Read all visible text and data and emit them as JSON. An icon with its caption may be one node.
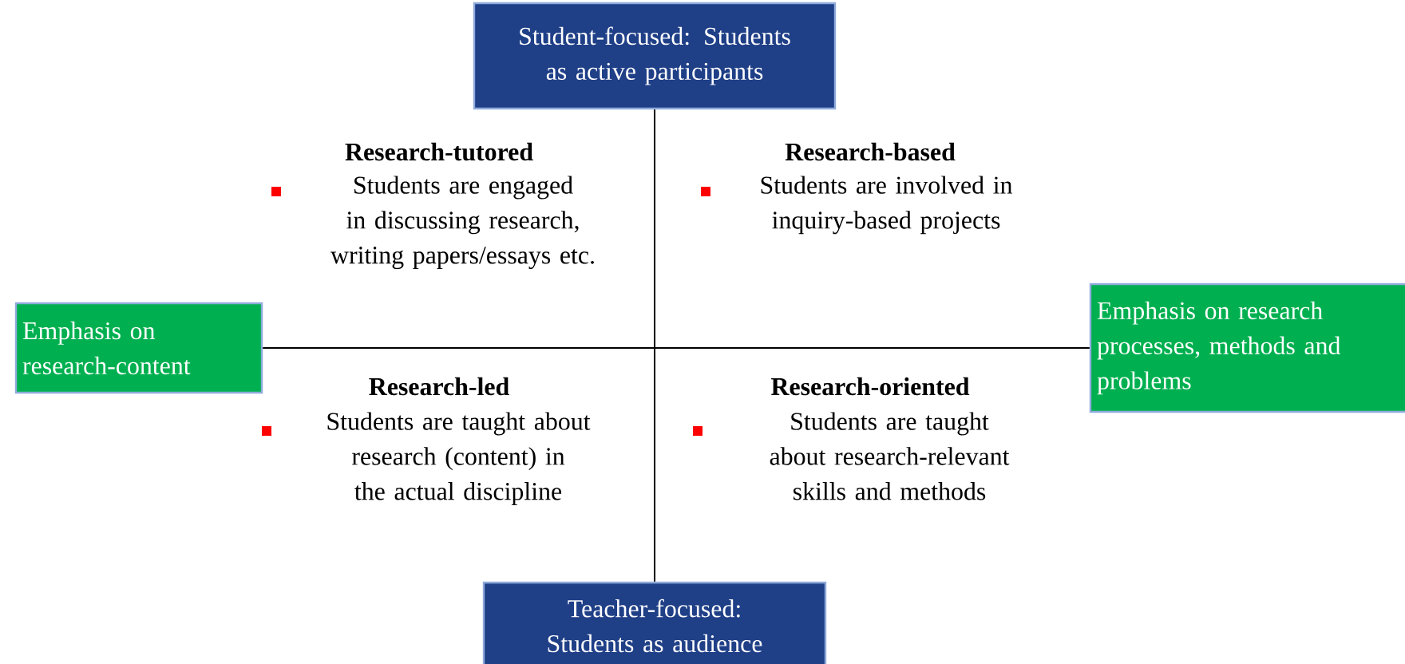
{
  "diagram": {
    "nodes": [
      {
        "text": [
          "Student-focused: Students as active participants"
        ]
      },
      {
        "text": [
          "Emphasis on research-content"
        ]
      },
      {
        "text": [
          "Emphasis on research processes, methods and problems"
        ]
      },
      {
        "text": [
          "Teacher-focused: Students as audience"
        ]
      }
    ],
    "edges": [
      {
        "from": 0,
        "to": 3,
        "arrow": "none"
      },
      {
        "from": 1,
        "to": 2,
        "arrow": "none"
      }
    ],
    "labels": [
      "Research-tutored",
      "Students are engaged in discussing research, writing papers/essays etc.",
      "Research-based",
      "Students are involved in inquiry-based projects",
      "Research-led",
      "Students are taught about research (content) in the actual discipline",
      "Research-oriented",
      "Students are taught about research-relevant skills and methods"
    ]
  }
}
